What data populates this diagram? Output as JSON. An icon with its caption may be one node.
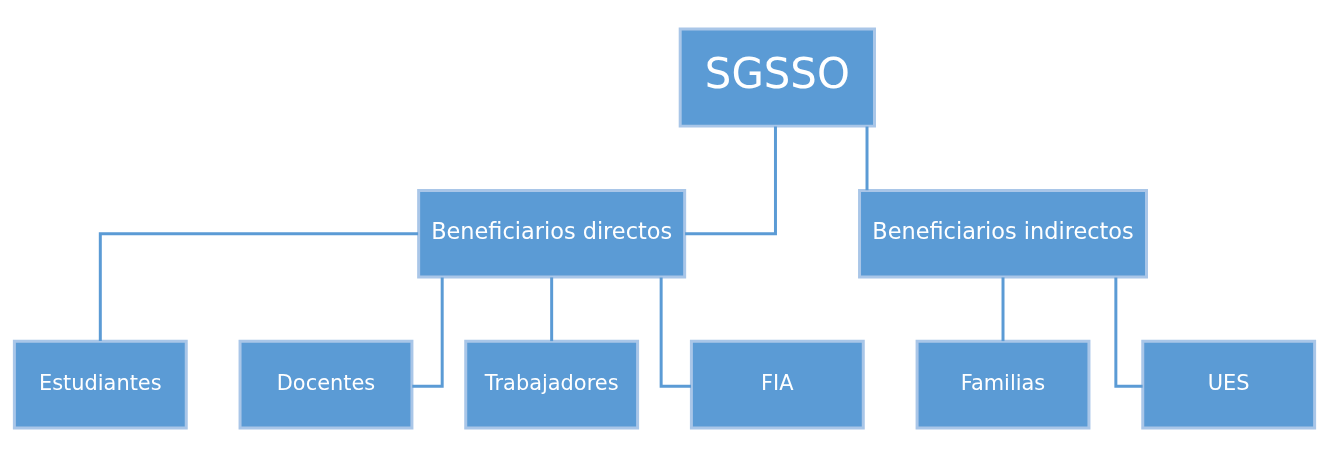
{
  "diagram": {
    "nodes": [
      {
        "text": [
          "SGSSO"
        ]
      },
      {
        "text": [
          "Beneficiarios directos"
        ]
      },
      {
        "text": [
          "Beneficiarios indirectos"
        ]
      },
      {
        "text": [
          "Estudiantes"
        ]
      },
      {
        "text": [
          "Docentes"
        ]
      },
      {
        "text": [
          "Trabajadores"
        ]
      },
      {
        "text": [
          "FIA"
        ]
      },
      {
        "text": [
          "Familias"
        ]
      },
      {
        "text": [
          "UES"
        ]
      }
    ],
    "edges": [
      {
        "from": 0,
        "to": 1,
        "arrow": "none"
      },
      {
        "from": 0,
        "to": 2,
        "arrow": "none"
      },
      {
        "from": 1,
        "to": 3,
        "arrow": "none"
      },
      {
        "from": 1,
        "to": 4,
        "arrow": "none"
      },
      {
        "from": 1,
        "to": 5,
        "arrow": "none"
      },
      {
        "from": 1,
        "to": 6,
        "arrow": "none"
      },
      {
        "from": 2,
        "to": 7,
        "arrow": "none"
      },
      {
        "from": 2,
        "to": 8,
        "arrow": "none"
      }
    ]
  }
}
